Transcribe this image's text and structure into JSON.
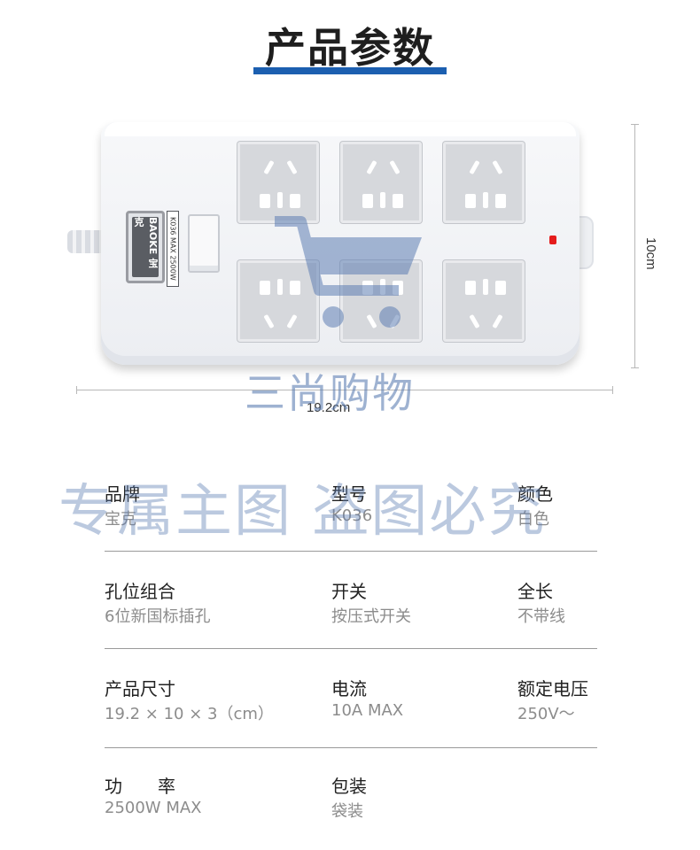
{
  "title": "产品参数",
  "colors": {
    "title_underline": "#1c5fb0",
    "led": "#e51c1c",
    "watermark": "#5f7fb4"
  },
  "product": {
    "logo_text": "BAOKE 宝克",
    "model_tag": "K036  MAX 2500W",
    "dimension_height": "10cm",
    "dimension_width": "19.2cm"
  },
  "watermark": {
    "brand": "三尚购物",
    "line": "专属主图 盗图必究",
    "icon": "shopping-cart-icon"
  },
  "specs": [
    {
      "label": "品牌",
      "value": "宝克"
    },
    {
      "label": "型号",
      "value": "K036"
    },
    {
      "label": "颜色",
      "value": "白色"
    },
    {
      "label": "孔位组合",
      "value": "6位新国标插孔"
    },
    {
      "label": "开关",
      "value": "按压式开关"
    },
    {
      "label": "全长",
      "value": "不带线"
    },
    {
      "label": "产品尺寸",
      "value": "19.2 × 10 × 3（cm）"
    },
    {
      "label": "电流",
      "value": "10A MAX"
    },
    {
      "label": "额定电压",
      "value": "250V～"
    },
    {
      "label": "功　　率",
      "value": "2500W MAX"
    },
    {
      "label": "包装",
      "value": "袋装"
    }
  ]
}
